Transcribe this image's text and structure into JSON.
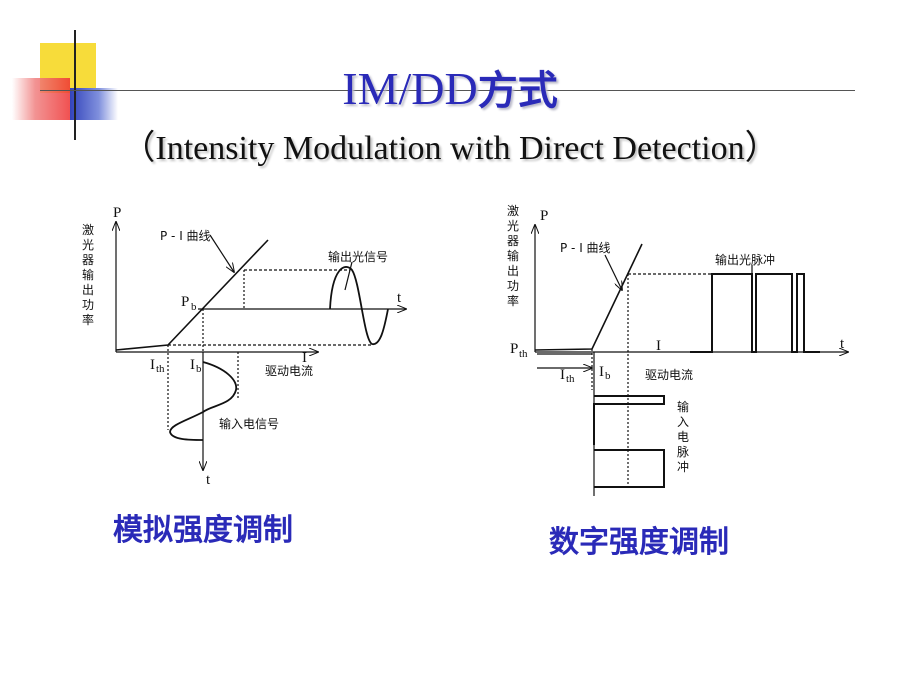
{
  "title": {
    "main": "IM/DD",
    "cn": "方式"
  },
  "subtitle": "（Intensity Modulation with Direct Detection）",
  "left": {
    "ylabel_vertical": [
      "激",
      "光",
      "器",
      "输",
      "出",
      "功",
      "率"
    ],
    "p_axis": "P",
    "pi_curve": "P - I 曲线",
    "output_signal": "输出光信号",
    "t_right": "t",
    "pb": "P",
    "pb_sub": "b",
    "i_axis": "I",
    "ith": "I",
    "ith_sub": "th",
    "ib": "I",
    "ib_sub": "b",
    "drive_current": "驱动电流",
    "input_signal": "输入电信号",
    "t_down": "t",
    "caption": "模拟强度调制"
  },
  "right": {
    "ylabel_vertical": [
      "激",
      "光",
      "器",
      "输",
      "出",
      "功",
      "率"
    ],
    "p_axis": "P",
    "pi_curve": "P - I 曲线",
    "output_pulse": "输出光脉冲",
    "i_axis": "I",
    "t_right": "t",
    "pth": "P",
    "pth_sub": "th",
    "ith": "I",
    "ith_sub": "th",
    "ib": "I",
    "ib_sub": "b",
    "drive_current": "驱动电流",
    "input_pulse_vertical": [
      "输",
      "入",
      "电",
      "脉",
      "冲"
    ],
    "caption": "数字强度调制"
  },
  "colors": {
    "title": "#2a2ab8",
    "deco_yellow": "#f5d020",
    "deco_red": "#ee3333",
    "deco_blue": "#3344bb"
  }
}
